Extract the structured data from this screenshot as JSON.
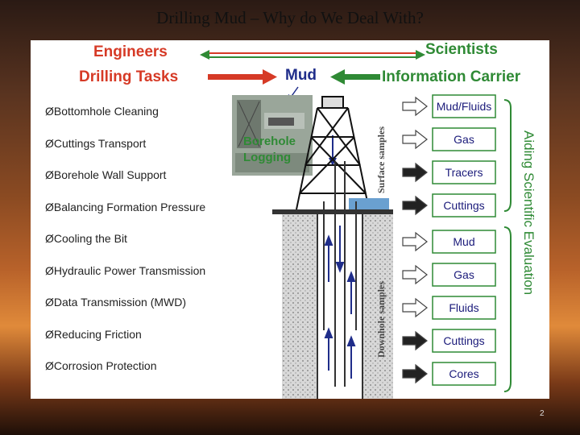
{
  "slide": {
    "title": "Drilling Mud – Why do We Deal With?",
    "page_number": "2"
  },
  "diagram": {
    "engineers": "Engineers",
    "scientists": "Scientists",
    "drilling_tasks": "Drilling Tasks",
    "mud": "Mud",
    "information_carrier": "Information Carrier",
    "borehole_logging_line1": "Borehole",
    "borehole_logging_line2": "Logging",
    "tasks": [
      "Bottomhole Cleaning",
      "Cuttings Transport",
      "Borehole Wall Support",
      "Balancing Formation Pressure",
      "Cooling the Bit",
      "Hydraulic Power Transmission",
      "Data Transmission (MWD)",
      "Reducing Friction",
      "Corrosion Protection"
    ],
    "task_bullet": "Ø",
    "surface_label": "Surface samples",
    "downhole_label": "Downhole samples",
    "surface_samples": [
      "Mud/Fluids",
      "Gas",
      "Tracers",
      "Cuttings"
    ],
    "downhole_samples": [
      "Mud",
      "Gas",
      "Fluids",
      "Cuttings",
      "Cores"
    ],
    "aiding_label": "Aiding Scientific Evaluation",
    "colors": {
      "red": "#d63a26",
      "green": "#2f8a35",
      "blue": "#1f2d8a"
    }
  }
}
